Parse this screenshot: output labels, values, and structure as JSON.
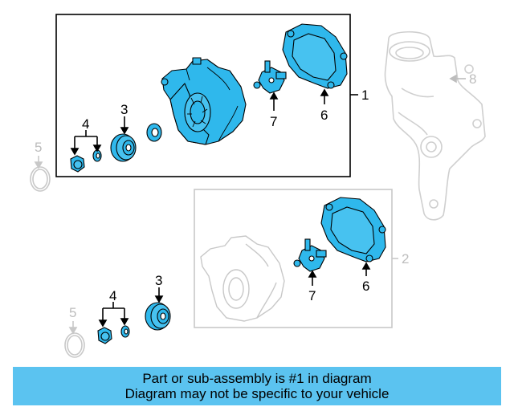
{
  "callouts": {
    "c1": "1",
    "c2": "2",
    "c3a": "3",
    "c3b": "3",
    "c4a": "4",
    "c4b": "4",
    "c5a": "5",
    "c5b": "5",
    "c6a": "6",
    "c6b": "6",
    "c7a": "7",
    "c7b": "7",
    "c8": "8"
  },
  "banner": {
    "line1": "Part or sub-assembly is #1 in diagram",
    "line2": "Diagram may not be specific to your vehicle"
  },
  "colors": {
    "highlight": "#2fb8ec",
    "banner": "#5bc3f0",
    "ghost": "#c8c8c8",
    "outline": "#000000"
  }
}
